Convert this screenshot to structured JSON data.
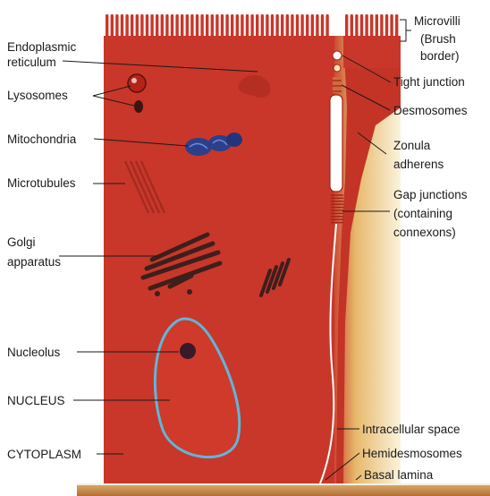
{
  "colors": {
    "cytoplasm": "#c8372a",
    "cytoplasm_dark": "#9e2418",
    "junction_gradient_light": "#f6e6b8",
    "junction_gradient_mid": "#e7b86a",
    "nucleus_fill": "#cf3a2b",
    "nucleus_membrane": "#5fb7d8",
    "nucleolus": "#3a1a2a",
    "mitochondria": "#2c3f8a",
    "lysosome": "#b5221a",
    "golgi": "#3d1f1c",
    "leader": "#1a1a1a",
    "label_text": "#1a1a1a"
  },
  "labels_left": {
    "endoplasmic_reticulum_1": "Endoplasmic",
    "endoplasmic_reticulum_2": "reticulum",
    "lysosomes": "Lysosomes",
    "mitochondria": "Mitochondria",
    "microtubules": "Microtubules",
    "golgi_1": "Golgi",
    "golgi_2": "apparatus",
    "nucleolus": "Nucleolus",
    "nucleus": "NUCLEUS",
    "cytoplasm": "CYTOPLASM"
  },
  "labels_right": {
    "microvilli_1": "Microvilli",
    "microvilli_2": "(Brush",
    "microvilli_3": "border)",
    "tight_junction": "Tight junction",
    "desmosomes": "Desmosomes",
    "zonula_1": "Zonula",
    "zonula_2": "adherens",
    "gap_1": "Gap junctions",
    "gap_2": "(containing",
    "gap_3": "connexons)",
    "intracellular_space": "Intracellular space",
    "hemidesmosomes": "Hemidesmosomes",
    "basal_lamina": "Basal lamina"
  },
  "icons": {
    "cell": "epithelial-cell-icon",
    "microvilli": "microvilli-icon",
    "nucleus": "nucleus-icon",
    "nucleolus": "nucleolus-icon",
    "mitochondria": "mitochondria-icon",
    "lysosome": "lysosome-icon",
    "golgi": "golgi-apparatus-icon",
    "microtubules": "microtubules-icon",
    "er": "endoplasmic-reticulum-icon"
  }
}
